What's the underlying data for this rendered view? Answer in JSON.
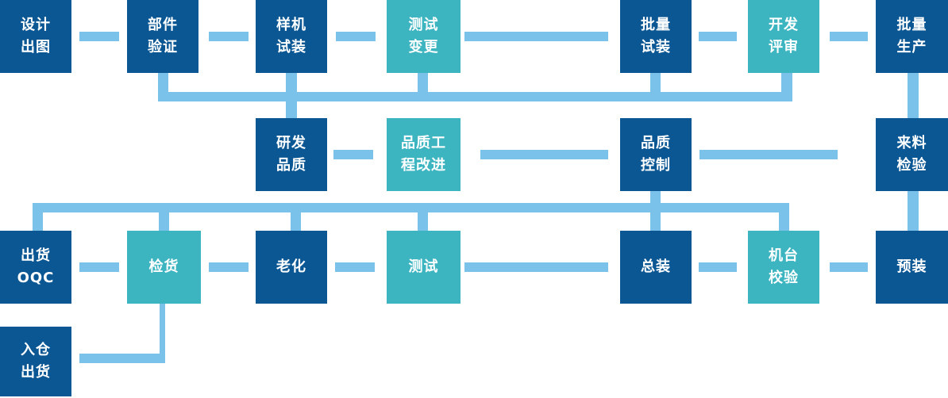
{
  "palette": {
    "dark_blue": "#0B5794",
    "teal": "#3DB5C1",
    "light_blue": "#7AC2E9",
    "text": "#FFFFFF",
    "background": "#FFFFFF"
  },
  "nodes": [
    {
      "label": "设计\n出图",
      "color": "dark_blue"
    },
    {
      "label": "部件\n验证",
      "color": "dark_blue"
    },
    {
      "label": "样机\n试装",
      "color": "dark_blue"
    },
    {
      "label": "测试\n变更",
      "color": "teal"
    },
    {
      "label": "批量\n试装",
      "color": "dark_blue"
    },
    {
      "label": "开发\n评审",
      "color": "teal"
    },
    {
      "label": "批量\n生产",
      "color": "dark_blue"
    },
    {
      "label": "研发\n品质",
      "color": "dark_blue"
    },
    {
      "label": "品质工\n程改进",
      "color": "teal"
    },
    {
      "label": "品质\n控制",
      "color": "dark_blue"
    },
    {
      "label": "来料\n检验",
      "color": "dark_blue"
    },
    {
      "label": "出货\nOQC",
      "color": "dark_blue"
    },
    {
      "label": "检货",
      "color": "teal"
    },
    {
      "label": "老化",
      "color": "dark_blue"
    },
    {
      "label": "测试",
      "color": "teal"
    },
    {
      "label": "总装",
      "color": "dark_blue"
    },
    {
      "label": "机台\n校验",
      "color": "teal"
    },
    {
      "label": "预装",
      "color": "dark_blue"
    },
    {
      "label": "入仓\n出货",
      "color": "dark_blue"
    }
  ]
}
